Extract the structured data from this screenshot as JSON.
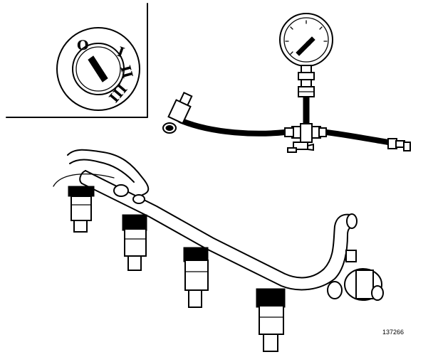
{
  "figure": {
    "reference_number": "137266",
    "ignition_switch": {
      "positions": [
        "O",
        "I",
        "II",
        "III"
      ]
    }
  }
}
